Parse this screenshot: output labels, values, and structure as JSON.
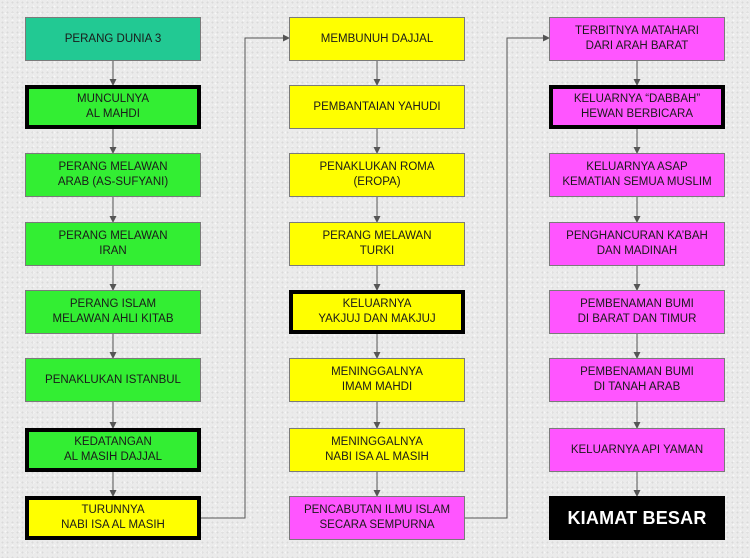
{
  "colors": {
    "teal": "#22c993",
    "green": "#33ee33",
    "yellow": "#ffff00",
    "pink": "#ff55ff",
    "black": "#000000"
  },
  "columns": [
    {
      "nodes": [
        {
          "id": "perang-dunia-3",
          "label": "PERANG DUNIA 3",
          "color": "teal",
          "emphasis": false
        },
        {
          "id": "munculnya-al-mahdi",
          "label": "MUNCULNYA\nAL MAHDI",
          "color": "green",
          "emphasis": true
        },
        {
          "id": "perang-melawan-arab",
          "label": "PERANG MELAWAN\nARAB (AS-SUFYANI)",
          "color": "green",
          "emphasis": false
        },
        {
          "id": "perang-melawan-iran",
          "label": "PERANG MELAWAN\nIRAN",
          "color": "green",
          "emphasis": false
        },
        {
          "id": "perang-islam-ahli-kitab",
          "label": "PERANG ISLAM\nMELAWAN AHLI KITAB",
          "color": "green",
          "emphasis": false
        },
        {
          "id": "penaklukan-istanbul",
          "label": "PENAKLUKAN ISTANBUL",
          "color": "green",
          "emphasis": false
        },
        {
          "id": "kedatangan-al-masih-dajjal",
          "label": "KEDATANGAN\nAL MASIH DAJJAL",
          "color": "green",
          "emphasis": true
        },
        {
          "id": "turunnya-nabi-isa",
          "label": "TURUNNYA\nNABI ISA AL MASIH",
          "color": "yellow",
          "emphasis": true
        }
      ]
    },
    {
      "nodes": [
        {
          "id": "membunuh-dajjal",
          "label": "MEMBUNUH DAJJAL",
          "color": "yellow",
          "emphasis": false
        },
        {
          "id": "pembantaian-yahudi",
          "label": "PEMBANTAIAN YAHUDI",
          "color": "yellow",
          "emphasis": false
        },
        {
          "id": "penaklukan-roma",
          "label": "PENAKLUKAN ROMA\n(EROPA)",
          "color": "yellow",
          "emphasis": false
        },
        {
          "id": "perang-melawan-turki",
          "label": "PERANG MELAWAN\nTURKI",
          "color": "yellow",
          "emphasis": false
        },
        {
          "id": "keluarnya-yakjuj-makjuj",
          "label": "KELUARNYA\nYAKJUJ DAN MAKJUJ",
          "color": "yellow",
          "emphasis": true
        },
        {
          "id": "meninggalnya-imam-mahdi",
          "label": "MENINGGALNYA\nIMAM MAHDI",
          "color": "yellow",
          "emphasis": false
        },
        {
          "id": "meninggalnya-nabi-isa",
          "label": "MENINGGALNYA\nNABI ISA AL MASIH",
          "color": "yellow",
          "emphasis": false
        },
        {
          "id": "pencabutan-ilmu-islam",
          "label": "PENCABUTAN ILMU ISLAM\nSECARA SEMPURNA",
          "color": "pink",
          "emphasis": false
        }
      ]
    },
    {
      "nodes": [
        {
          "id": "terbitnya-matahari-barat",
          "label": "TERBITNYA MATAHARI\nDARI ARAH BARAT",
          "color": "pink",
          "emphasis": false
        },
        {
          "id": "keluarnya-dabbah",
          "label": "KELUARNYA “DABBAH”\nHEWAN BERBICARA",
          "color": "pink",
          "emphasis": true
        },
        {
          "id": "keluarnya-asap",
          "label": "KELUARNYA ASAP\nKEMATIAN SEMUA MUSLIM",
          "color": "pink",
          "emphasis": false
        },
        {
          "id": "penghancuran-kabah",
          "label": "PENGHANCURAN KA’BAH\nDAN MADINAH",
          "color": "pink",
          "emphasis": false
        },
        {
          "id": "pembenaman-bumi-barat-timur",
          "label": "PEMBENAMAN BUMI\nDI BARAT DAN TIMUR",
          "color": "pink",
          "emphasis": false
        },
        {
          "id": "pembenaman-bumi-arab",
          "label": "PEMBENAMAN BUMI\nDI TANAH ARAB",
          "color": "pink",
          "emphasis": false
        },
        {
          "id": "keluarnya-api-yaman",
          "label": "KELUARNYA API YAMAN",
          "color": "pink",
          "emphasis": false
        },
        {
          "id": "kiamat-besar",
          "label": "KIAMAT BESAR",
          "color": "black",
          "emphasis": false
        }
      ]
    }
  ]
}
